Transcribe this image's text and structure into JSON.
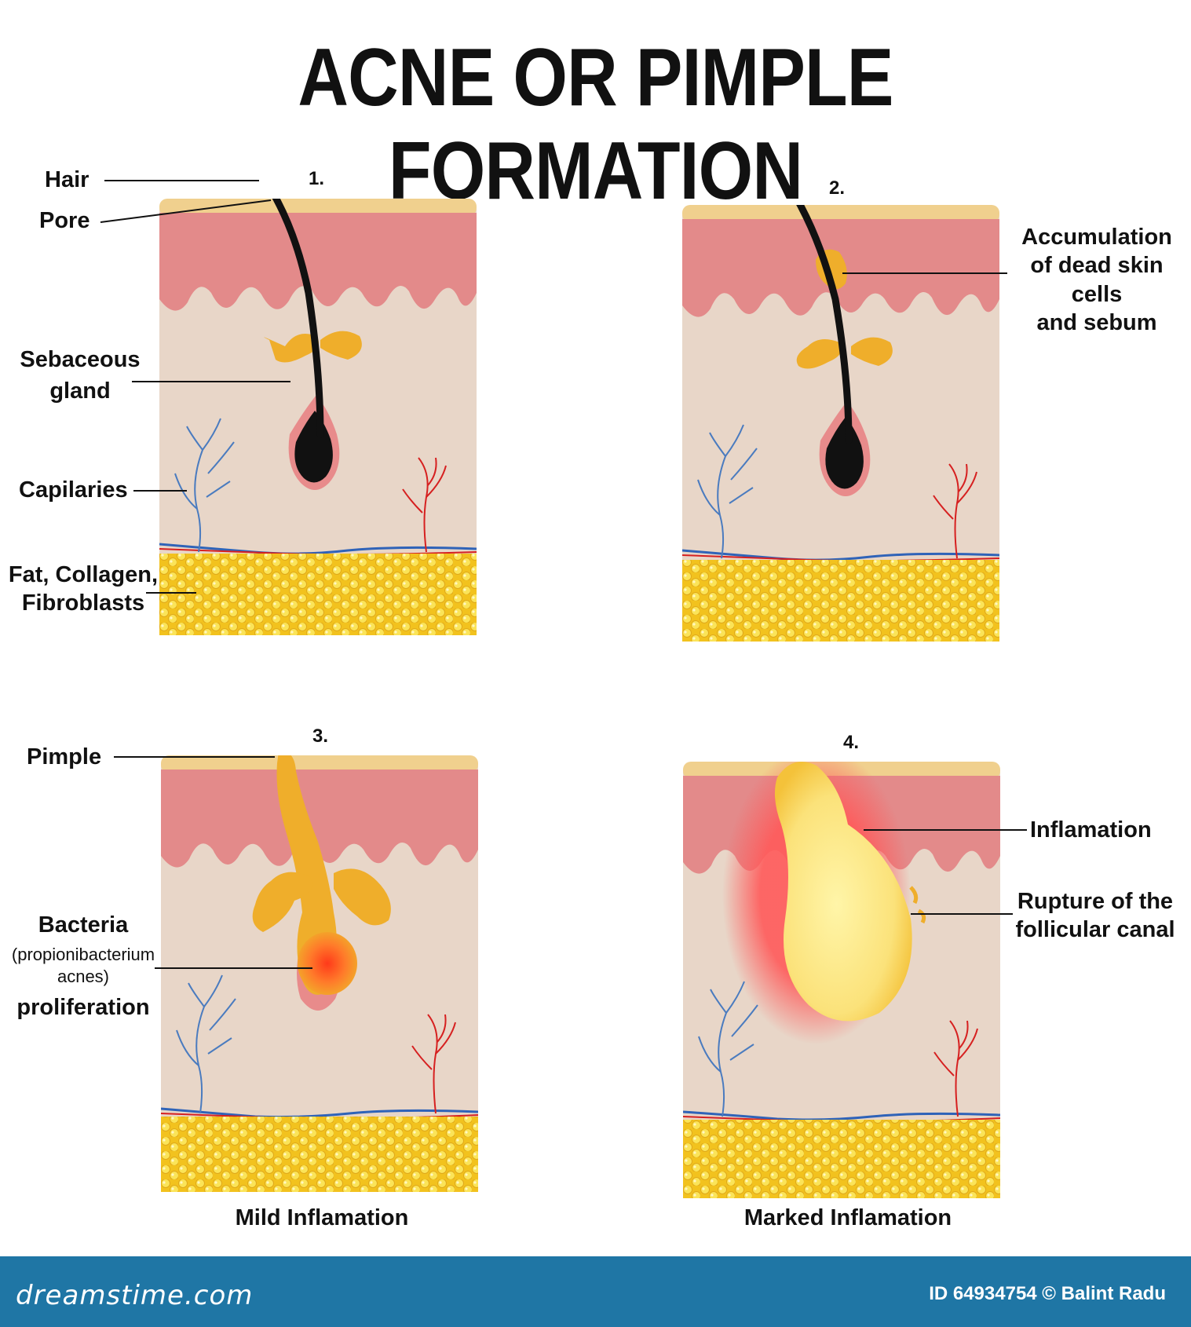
{
  "title": "ACNE OR PIMPLE FORMATION",
  "panels": [
    {
      "number": "1."
    },
    {
      "number": "2."
    },
    {
      "number": "3.",
      "caption": "Mild Inflamation"
    },
    {
      "number": "4.",
      "caption": "Marked Inflamation"
    }
  ],
  "labels": {
    "hair": "Hair",
    "pore": "Pore",
    "sebaceous_line1": "Sebaceous",
    "sebaceous_line2": "gland",
    "capilaries": "Capilaries",
    "fat_line1": "Fat, Collagen,",
    "fat_line2": "Fibroblasts",
    "accum_line1": "Accumulation",
    "accum_line2": "of dead skin cells",
    "accum_line3": "and sebum",
    "pimple": "Pimple",
    "bacteria_line1": "Bacteria",
    "bacteria_line2": "(propionibacterium",
    "bacteria_line3": "acnes)",
    "bacteria_line4": "proliferation",
    "inflamation": "Inflamation",
    "rupture_line1": "Rupture of the",
    "rupture_line2": "follicular canal"
  },
  "footer": {
    "brand": "dreamstime.com",
    "credit": "ID 64934754 © Balint Radu"
  },
  "colors": {
    "epidermis": "#e38a8a",
    "dermis": "#e8d6c8",
    "surface": "#f0d08e",
    "fat": "#f5d63a",
    "hair": "#111111",
    "gland": "#efae2b",
    "footer": "#1f76a5"
  }
}
